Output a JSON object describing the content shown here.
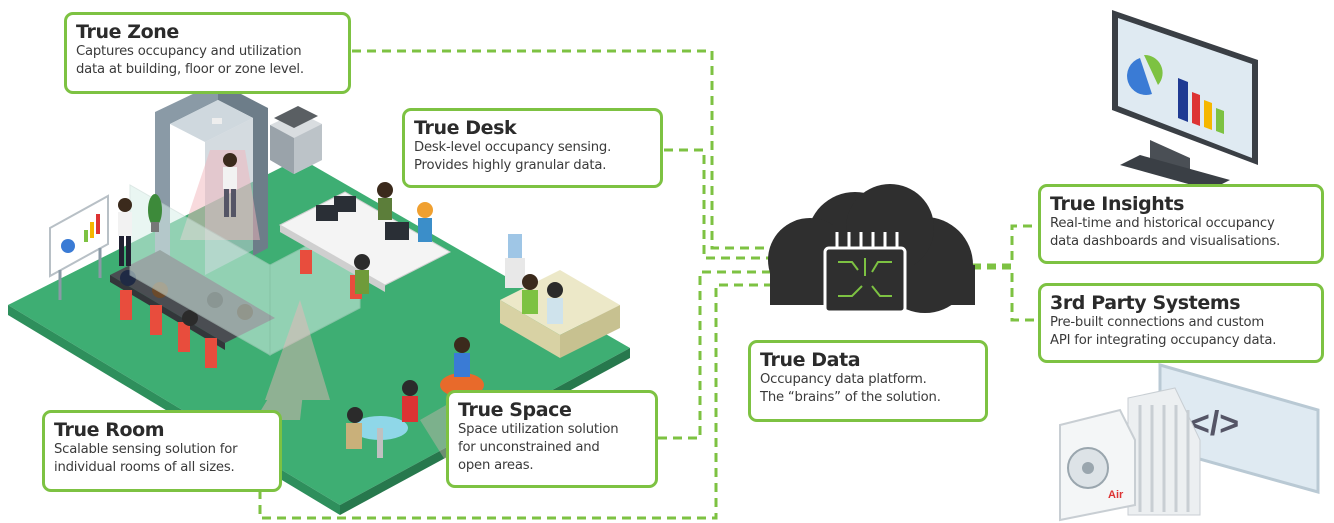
{
  "colors": {
    "accent_green": "#7dc242",
    "cloud": "#2f2f2f",
    "floor": "#43b57a"
  },
  "illustration": {
    "ac_unit_label": "Air"
  },
  "cards": {
    "true_zone": {
      "title": "True Zone",
      "lines": [
        "Captures occupancy and utilization",
        "data at building, floor or zone level."
      ]
    },
    "true_desk": {
      "title": "True Desk",
      "lines": [
        "Desk-level occupancy sensing.",
        "Provides highly granular data."
      ]
    },
    "true_room": {
      "title": "True Room",
      "lines": [
        "Scalable sensing solution for",
        "individual rooms of all sizes."
      ]
    },
    "true_space": {
      "title": "True Space",
      "lines": [
        "Space utilization solution",
        "for unconstrained and",
        "open areas."
      ]
    },
    "true_data": {
      "title": "True Data",
      "lines": [
        "Occupancy data platform.",
        "The “brains” of the solution."
      ]
    },
    "true_insights": {
      "title": "True Insights",
      "lines": [
        "Real-time and historical occupancy",
        "data dashboards and visualisations."
      ]
    },
    "third_party": {
      "title": "3rd Party Systems",
      "lines": [
        "Pre-built connections and custom",
        "API for integrating occupancy data."
      ]
    }
  }
}
